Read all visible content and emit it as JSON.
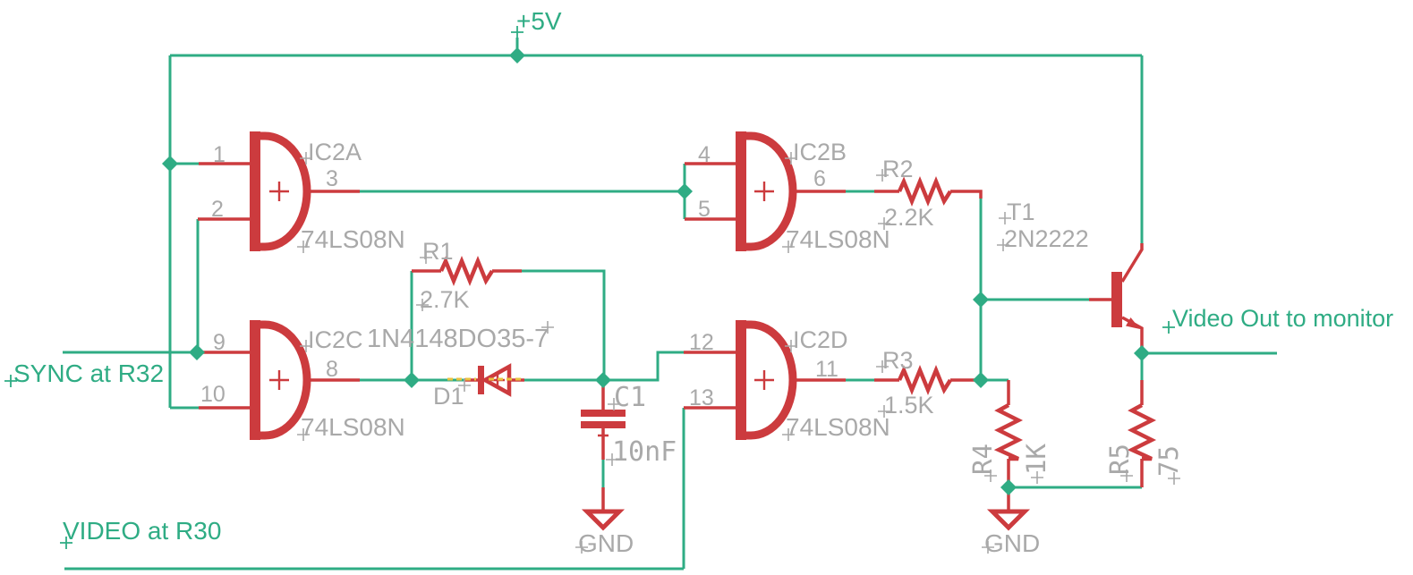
{
  "colors": {
    "wire_green": "#2FAC84",
    "component_red": "#CC3B3E",
    "label_gray": "#A9A9A9",
    "highlight_yellow": "#E8C33E",
    "background": "#FFFFFF"
  },
  "net_labels": {
    "power": "+5V",
    "sync_in": "SYNC at R32",
    "video_in": "VIDEO at R30",
    "video_out": "Video Out to monitor"
  },
  "gates": [
    {
      "name": "IC2A",
      "part": "74LS08N",
      "pin_in1": "1",
      "pin_in2": "2",
      "pin_out": "3"
    },
    {
      "name": "IC2B",
      "part": "74LS08N",
      "pin_in1": "4",
      "pin_in2": "5",
      "pin_out": "6"
    },
    {
      "name": "IC2C",
      "part": "74LS08N",
      "pin_in1": "9",
      "pin_in2": "10",
      "pin_out": "8"
    },
    {
      "name": "IC2D",
      "part": "74LS08N",
      "pin_in1": "12",
      "pin_in2": "13",
      "pin_out": "11"
    }
  ],
  "components": {
    "r1": {
      "ref": "R1",
      "value": "2.7K"
    },
    "r2": {
      "ref": "R2",
      "value": "2.2K"
    },
    "r3": {
      "ref": "R3",
      "value": "1.5K"
    },
    "r4": {
      "ref": "R4",
      "value": "1K"
    },
    "r5": {
      "ref": "R5",
      "value": "75"
    },
    "c1": {
      "ref": "C1",
      "value": "10nF"
    },
    "d1": {
      "ref": "D1",
      "value": "1N4148DO35-7"
    },
    "t1": {
      "ref": "T1",
      "value": "2N2222"
    }
  },
  "ground_labels": {
    "c1_gnd": "GND",
    "r4_gnd": "GND"
  }
}
